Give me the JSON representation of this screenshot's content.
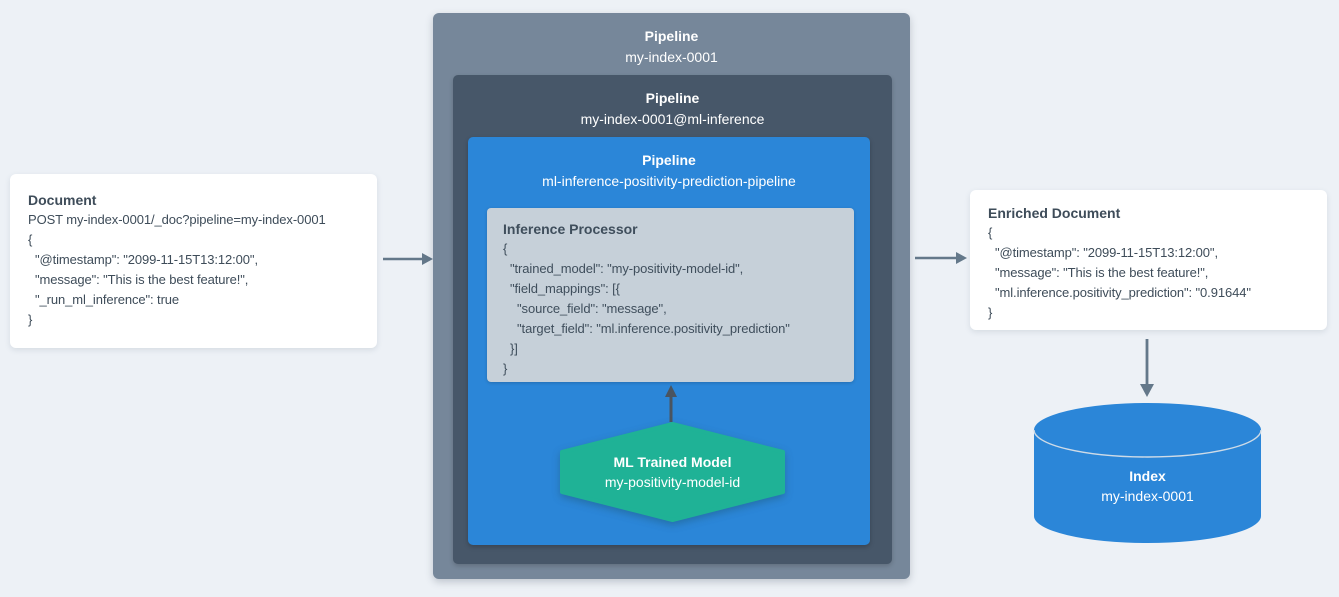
{
  "colors": {
    "bg": "#edf1f6",
    "outer": "#76879a",
    "dark": "#475769",
    "blue": "#2b86d8",
    "proc": "#c6d0d9",
    "teal": "#1fb296",
    "arrow": "#64788a",
    "arrow-dark": "#4a545f"
  },
  "cards": {
    "document": {
      "title": "Document",
      "lines": [
        "POST my-index-0001/_doc?pipeline=my-index-0001",
        "{",
        "  \"@timestamp\": \"2099-11-15T13:12:00\",",
        "  \"message\": \"This is the best feature!\",",
        "  \"_run_ml_inference\": true",
        "}"
      ]
    },
    "enriched": {
      "title": "Enriched Document",
      "lines": [
        "{",
        "  \"@timestamp\": \"2099-11-15T13:12:00\",",
        "  \"message\": \"This is the best feature!\",",
        "  \"ml.inference.positivity_prediction\": \"0.91644\"",
        "}"
      ]
    }
  },
  "pipelines": {
    "outer": {
      "label": "Pipeline",
      "name": "my-index-0001"
    },
    "ml_inference": {
      "label": "Pipeline",
      "name": "my-index-0001@ml-inference"
    },
    "positivity": {
      "label": "Pipeline",
      "name": "ml-inference-positivity-prediction-pipeline"
    }
  },
  "processor": {
    "title": "Inference Processor",
    "lines": [
      "{",
      "  \"trained_model\": \"my-positivity-model-id\",",
      "  \"field_mappings\": [{",
      "    \"source_field\": \"message\",",
      "    \"target_field\": \"ml.inference.positivity_prediction\"",
      "  }]",
      "}"
    ]
  },
  "model": {
    "label": "ML Trained Model",
    "name": "my-positivity-model-id"
  },
  "index": {
    "label": "Index",
    "name": "my-index-0001"
  }
}
